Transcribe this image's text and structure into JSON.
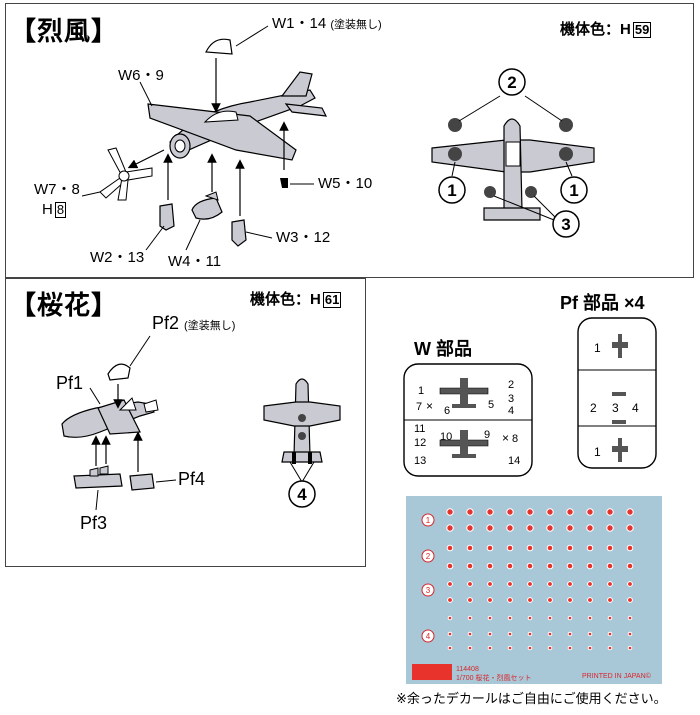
{
  "reppu": {
    "title": "【烈風】",
    "color_label": "機体色：H",
    "color_code": "59",
    "parts": {
      "w1_14": "W1・14",
      "w1_14_note": "(塗装無し)",
      "w6_9": "W6・9",
      "w7_8": "W7・8",
      "h_label": "H",
      "h_code": "8",
      "w5_10": "W5・10",
      "w2_13": "W2・13",
      "w4_11": "W4・11",
      "w3_12": "W3・12"
    },
    "decal_markers": [
      "1",
      "2",
      "1",
      "3"
    ]
  },
  "ohka": {
    "title": "【桜花】",
    "color_label": "機体色：H",
    "color_code": "61",
    "parts": {
      "pf2": "Pf2",
      "pf2_note": "(塗装無し)",
      "pf1": "Pf1",
      "pf3": "Pf3",
      "pf4": "Pf4"
    },
    "decal_marker": "4"
  },
  "w_parts": {
    "title": "W 部品",
    "numbers": [
      "1",
      "2",
      "3",
      "4",
      "5",
      "6",
      "7",
      "8",
      "9",
      "10",
      "11",
      "12",
      "13",
      "14"
    ]
  },
  "pf_parts": {
    "title": "Pf 部品 ×4",
    "numbers": [
      "1",
      "2",
      "3",
      "4",
      "1"
    ]
  },
  "decal_sheet": {
    "row_markers": [
      "1",
      "2",
      "3",
      "4"
    ],
    "code": "114408",
    "product": "1/700 桜花・烈風セット",
    "printed": "PRINTED IN JAPAN©",
    "footnote": "※余ったデカールはご自由にご使用ください。"
  },
  "colors": {
    "gray_part": "#c9cad2",
    "decal_sheet": "#a8c8d8",
    "decal_dot": "#e8322c",
    "label_red": "#d8262a"
  }
}
